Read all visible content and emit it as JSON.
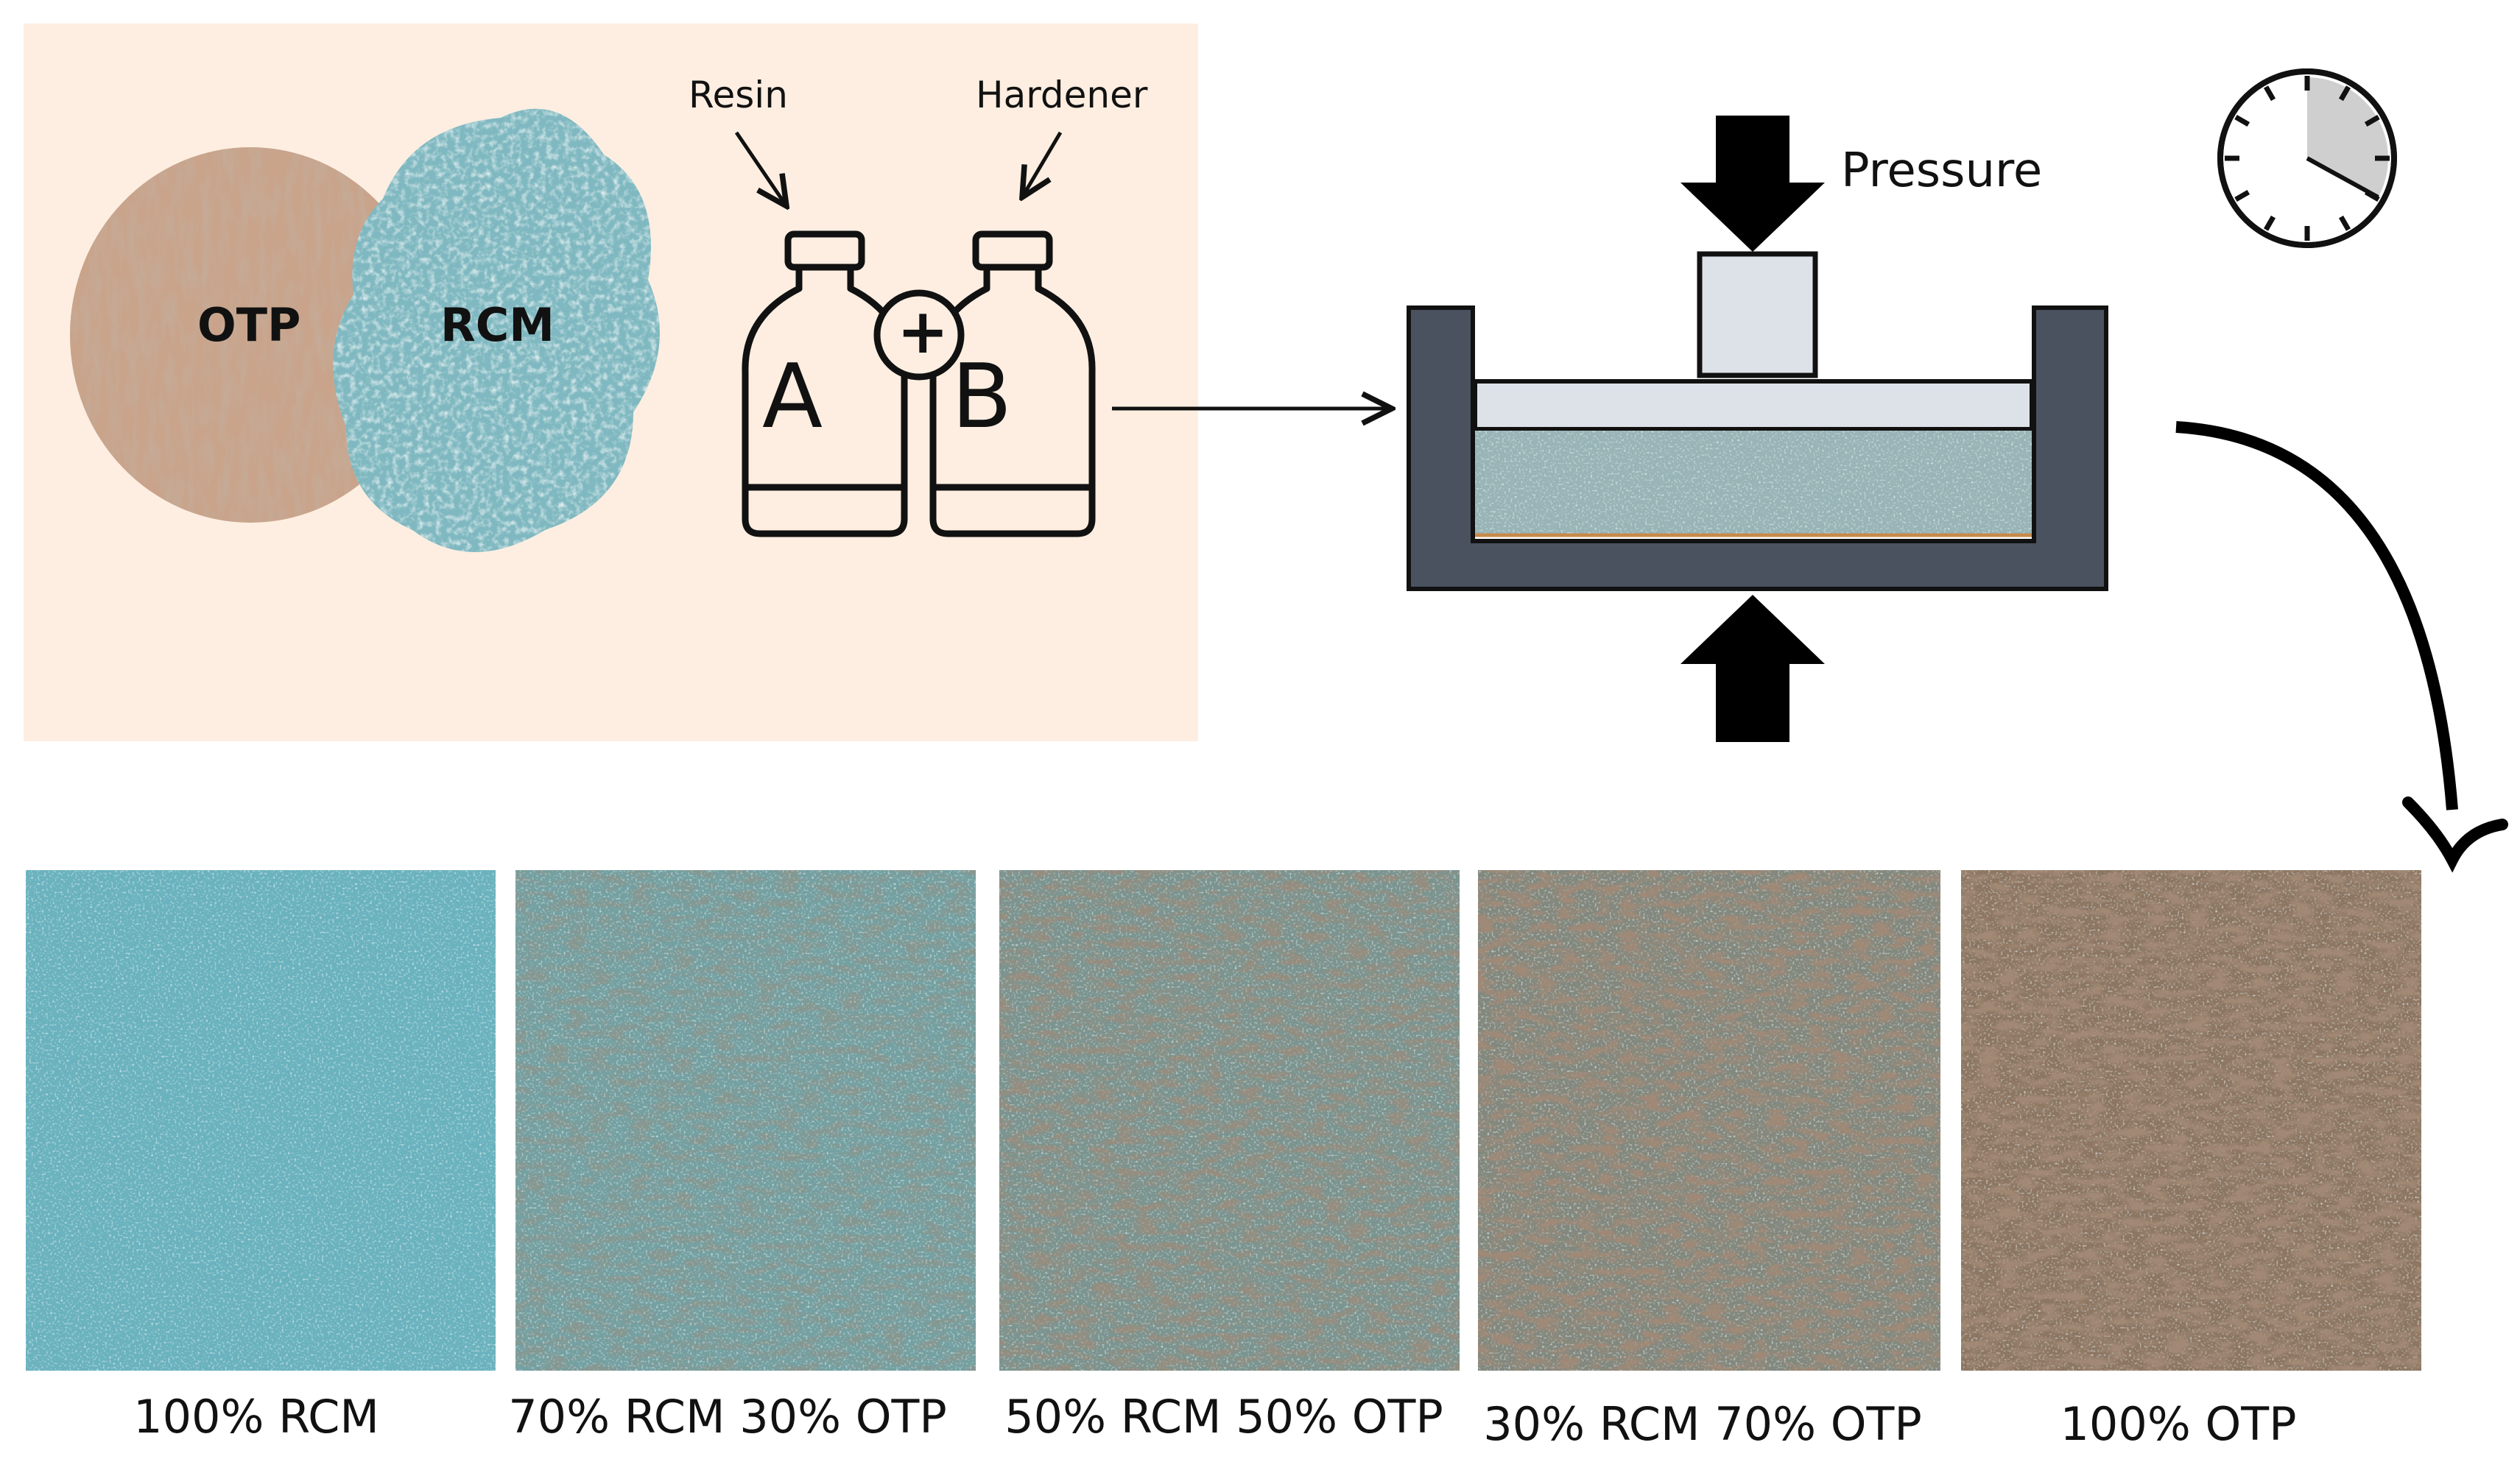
{
  "materials": {
    "otp_label": "OTP",
    "rcm_label": "RCM",
    "panel_color": "#fdeee1"
  },
  "bottles": {
    "resin_label": "Resin",
    "hardener_label": "Hardener",
    "bottle_a": "A",
    "bottle_b": "B",
    "plus": "+"
  },
  "press": {
    "pressure_label": "Pressure",
    "frame_color": "#4a5260",
    "plate_color": "#dde1e8"
  },
  "timer": {
    "icon": "clock-icon",
    "elapsed_fraction": 0.33
  },
  "samples": [
    {
      "label": "100% RCM",
      "rcm_fraction": 1.0
    },
    {
      "label": "70% RCM 30% OTP",
      "rcm_fraction": 0.7
    },
    {
      "label": "50% RCM 50% OTP",
      "rcm_fraction": 0.5
    },
    {
      "label": "30% RCM 70% OTP",
      "rcm_fraction": 0.3
    },
    {
      "label": "100% OTP",
      "rcm_fraction": 0.0
    }
  ]
}
